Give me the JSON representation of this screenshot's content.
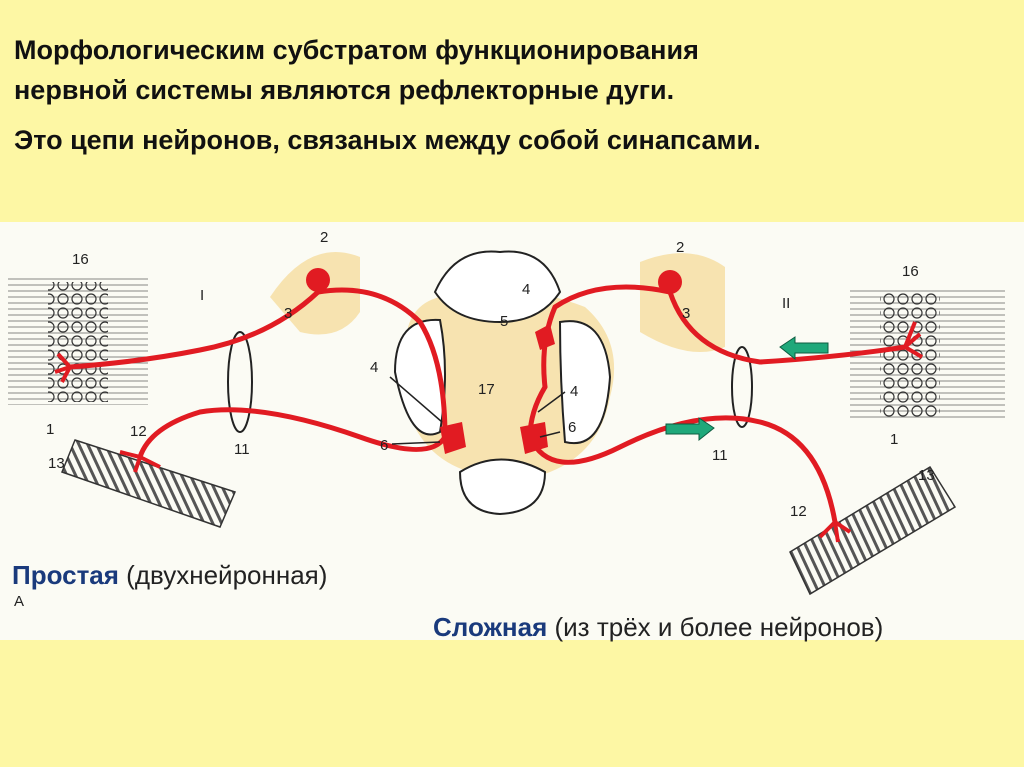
{
  "slide": {
    "line1": "Морфологическим субстратом функционирования",
    "line2": "нервной системы являются рефлекторные дуги.",
    "line3": "Это цепи нейронов, связаных между собой синапсами."
  },
  "captions": {
    "simple_bold": "Простая",
    "simple_rest": "(двухнейронная)",
    "complex_bold": "Сложная",
    "complex_rest": "(из трёх и более нейронов)"
  },
  "diagram": {
    "labels": {
      "l16a": "16",
      "lI": "I",
      "l2a": "2",
      "l3a": "3",
      "l1a": "1",
      "l13a": "13",
      "l12a": "12",
      "l11a": "11",
      "l4a": "4",
      "l6a": "6",
      "l5": "5",
      "l17": "17",
      "l4b": "4",
      "l4c": "4",
      "l6b": "6",
      "l2b": "2",
      "l16b": "16",
      "lII": "II",
      "l3b": "3",
      "l11b": "11",
      "l1b": "1",
      "l13b": "13",
      "l12b": "12",
      "lA": "А"
    },
    "colors": {
      "nerve": "#e11b22",
      "tissue": "#f7e3b0",
      "arrow": "#1fa87a"
    }
  }
}
